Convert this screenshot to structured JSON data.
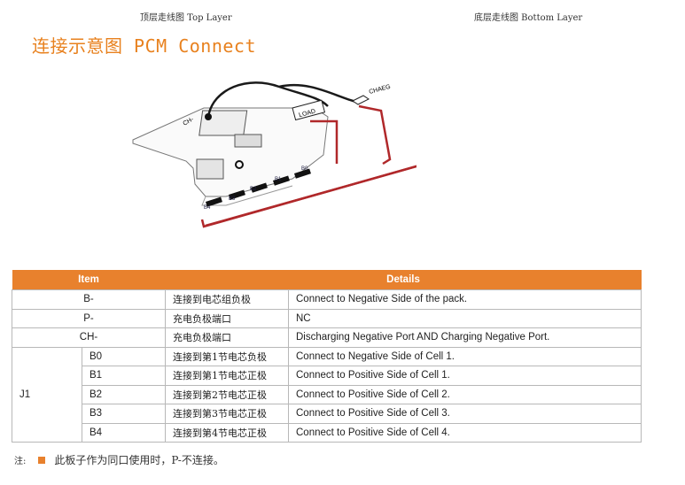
{
  "header": {
    "top_layer_label": "顶层走线图 Top Layer",
    "bottom_layer_label": "底层走线图 Bottom Layer",
    "title": "连接示意图 PCM Connect"
  },
  "diagram": {
    "labels": {
      "ch": "CH-",
      "load": "LOAD",
      "charge": "CHAEG",
      "b0": "B0",
      "b1": "B1",
      "b2": "B2",
      "b3": "B3",
      "b4": "B4"
    },
    "wire_colors": {
      "black": "#1a1a1a",
      "red": "#b0282a"
    }
  },
  "table": {
    "headers": {
      "item": "Item",
      "details": "Details"
    },
    "rows": [
      {
        "item": "B-",
        "cn": "连接到电芯组负极",
        "en": "Connect to Negative Side of the pack."
      },
      {
        "item": "P-",
        "cn": "充电负极端口",
        "en": "NC"
      },
      {
        "item": "CH-",
        "cn": "充电负极端口",
        "en": "Discharging Negative Port AND Charging Negative Port."
      }
    ],
    "group_label": "J1",
    "j1_rows": [
      {
        "item": "B0",
        "cn": "连接到第1节电芯负极",
        "en": "Connect to Negative Side of Cell 1."
      },
      {
        "item": "B1",
        "cn": "连接到第1节电芯正极",
        "en": "Connect to Positive Side of Cell 1."
      },
      {
        "item": "B2",
        "cn": "连接到第2节电芯正极",
        "en": "Connect to Positive Side of Cell 2."
      },
      {
        "item": "B3",
        "cn": "连接到第3节电芯正极",
        "en": "Connect to Positive Side of Cell 3."
      },
      {
        "item": "B4",
        "cn": "连接到第4节电芯正极",
        "en": "Connect to Positive Side of Cell 4."
      }
    ]
  },
  "note": {
    "label": "注:",
    "text": "此板子作为同口使用时，P-不连接。"
  },
  "colors": {
    "accent": "#e8812d",
    "title": "#e8811e"
  }
}
